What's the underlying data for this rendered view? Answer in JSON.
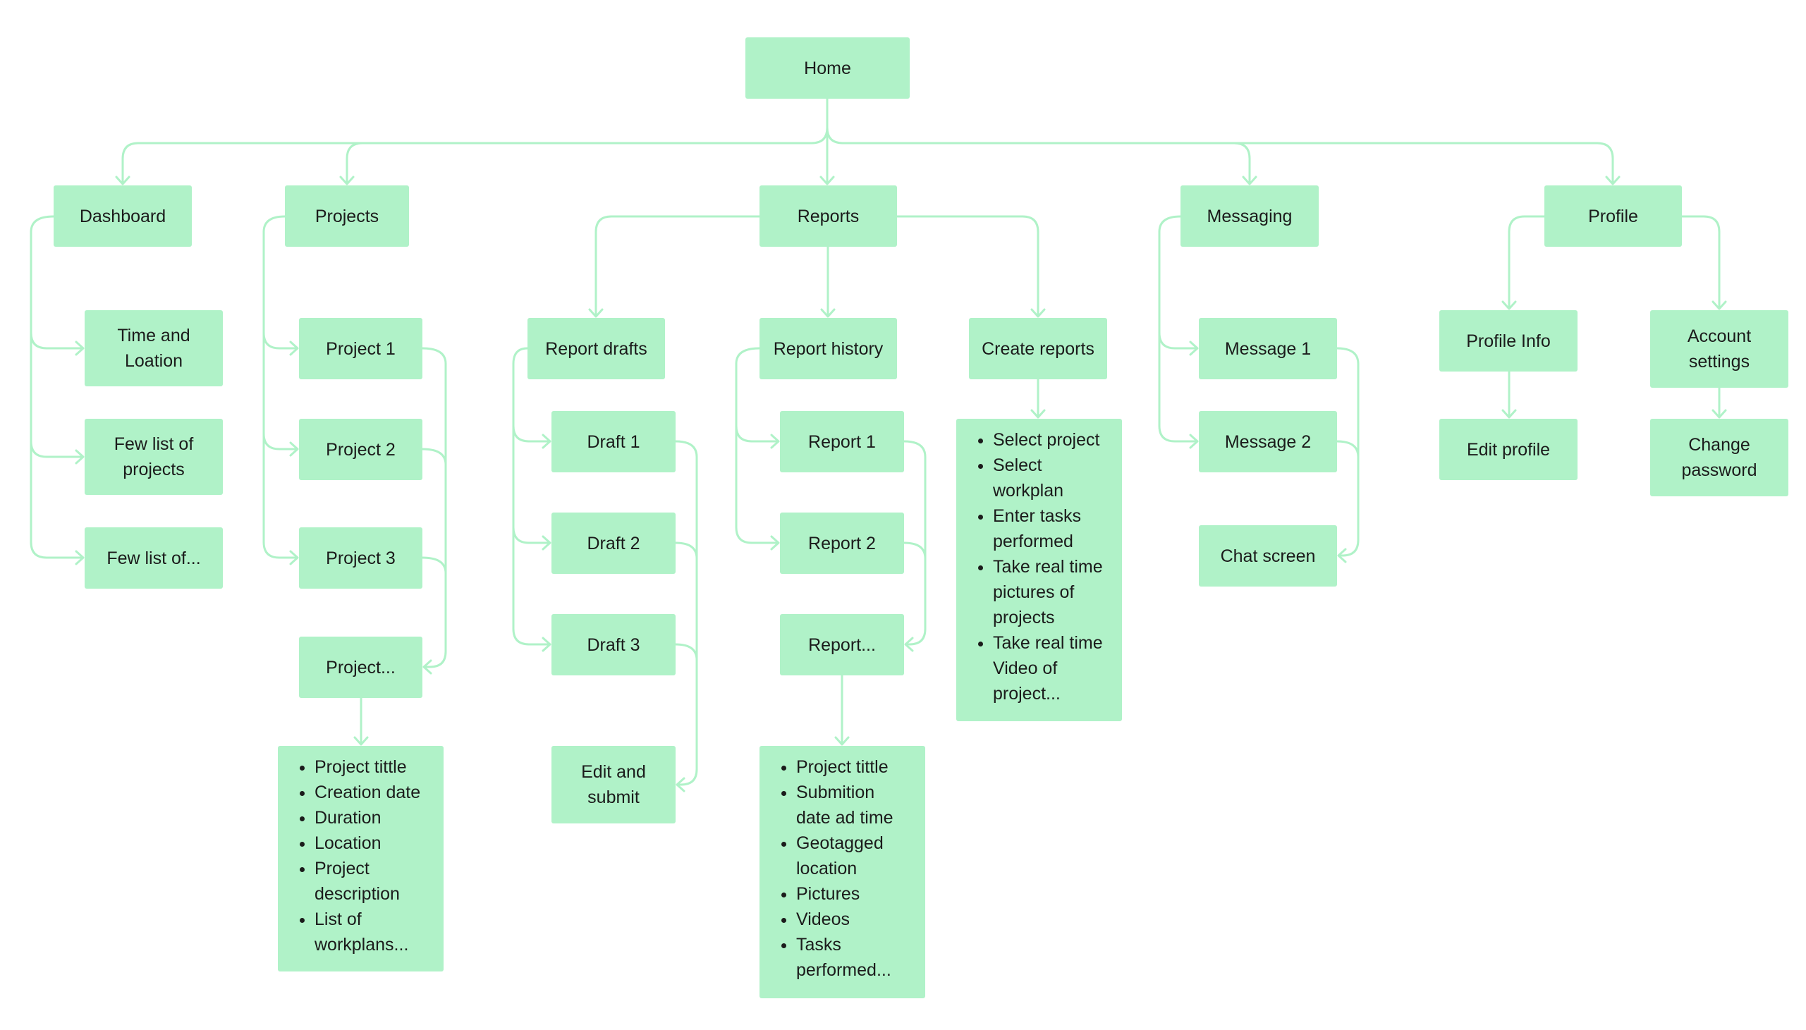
{
  "nodes": {
    "home": "Home",
    "dashboard": "Dashboard",
    "projects": "Projects",
    "reports": "Reports",
    "messaging": "Messaging",
    "profile": "Profile",
    "time_location": "Time and Loation",
    "few_projects": "Few list of projects",
    "few_list": "Few list of...",
    "project1": "Project 1",
    "project2": "Project 2",
    "project3": "Project 3",
    "project_more": "Project...",
    "report_drafts": "Report drafts",
    "report_history": "Report history",
    "create_reports": "Create reports",
    "draft1": "Draft 1",
    "draft2": "Draft 2",
    "draft3": "Draft 3",
    "edit_submit": "Edit and submit",
    "report1": "Report 1",
    "report2": "Report 2",
    "report_more": "Report...",
    "message1": "Message 1",
    "message2": "Message 2",
    "chat_screen": "Chat screen",
    "profile_info": "Profile Info",
    "edit_profile": "Edit profile",
    "account_settings": "Account settings",
    "change_password": "Change password"
  },
  "lists": {
    "project_details": [
      "Project tittle",
      "Creation date",
      "Duration",
      "Location",
      "Project description",
      "List of workplans..."
    ],
    "report_details": [
      "Project tittle",
      "Submition date ad time",
      "Geotagged location",
      "Pictures",
      "Videos",
      "Tasks performed..."
    ],
    "create_steps": [
      "Select project",
      "Select workplan",
      "Enter tasks performed",
      "Take real time pictures of projects",
      "Take real time Video of project..."
    ]
  },
  "colors": {
    "node_fill": "#b0f2c8",
    "connector": "#b0f2c8",
    "text": "#1b1b1b"
  }
}
